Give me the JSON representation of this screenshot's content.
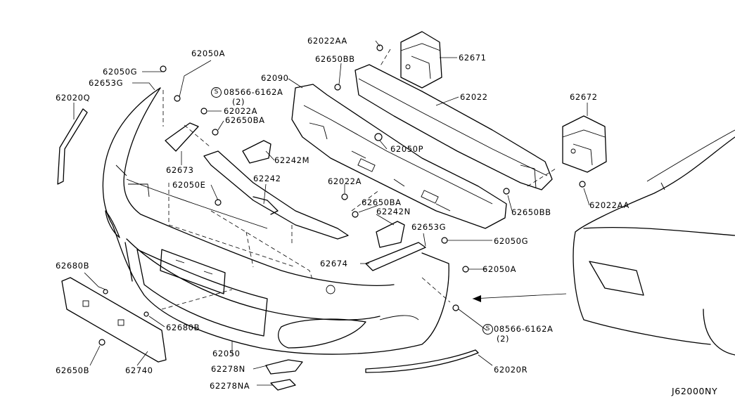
{
  "diagram_code": "J62000NY",
  "labels": {
    "l_62050A_top": "62050A",
    "l_62050G_top": "62050G",
    "l_62653G_top": "62653G",
    "l_62020Q": "62020Q",
    "l_08566_top": "08566-6162A",
    "l_08566_top_qty": "(2)",
    "l_62022A_top": "62022A",
    "l_62650BA_top": "62650BA",
    "l_62673": "62673",
    "l_62090": "62090",
    "l_62650BB_top": "62650BB",
    "l_62022AA_top": "62022AA",
    "l_62671": "62671",
    "l_62022": "62022",
    "l_62672": "62672",
    "l_62242M": "62242M",
    "l_62050P": "62050P",
    "l_62050E": "62050E",
    "l_62242": "62242",
    "l_62022A_mid": "62022A",
    "l_62650BA_mid": "62650BA",
    "l_62242N": "62242N",
    "l_62650BB_right": "62650BB",
    "l_62022AA_right": "62022AA",
    "l_62653G_mid": "62653G",
    "l_62050G_mid": "62050G",
    "l_62674": "62674",
    "l_62050A_mid": "62050A",
    "l_62680B_left": "62680B",
    "l_62680B_mid": "62680B",
    "l_08566_bottom": "08566-6162A",
    "l_08566_bottom_qty": "(2)",
    "l_62650B": "62650B",
    "l_62740": "62740",
    "l_62050": "62050",
    "l_62278N": "62278N",
    "l_62278NA": "62278NA",
    "l_62020R": "62020R"
  },
  "symbols": {
    "screw_mark": "S"
  }
}
